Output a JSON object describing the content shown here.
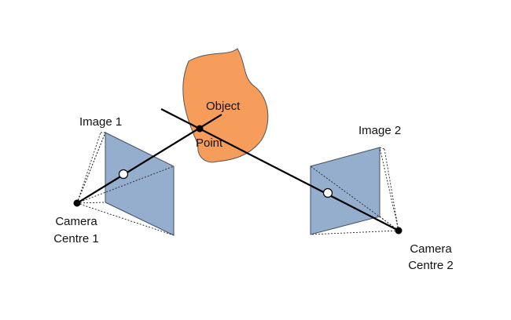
{
  "labels": {
    "object": "Object",
    "point": "Point",
    "image_1": "Image 1",
    "image_2": "Image 2",
    "camera_centre_1_line1": "Camera",
    "camera_centre_1_line2": "Centre 1",
    "camera_centre_2_line1": "Camera",
    "camera_centre_2_line2": "Centre 2"
  },
  "colors": {
    "object_fill": "#F79D5C",
    "image_plane_fill": "#95AECE",
    "image_plane_stroke": "#3F4F66",
    "line": "#000000",
    "projected_point_fill": "#FFFFFF"
  }
}
